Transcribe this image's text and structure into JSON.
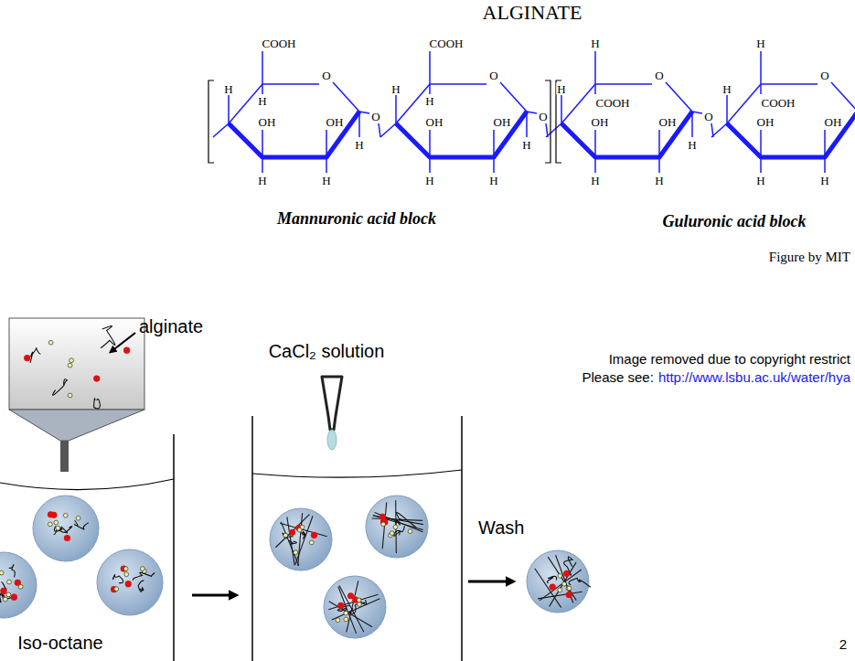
{
  "diagram": {
    "title": "ALGINATE",
    "labels": [
      "COOH",
      "O",
      "H",
      "H",
      "OH",
      "OH",
      "O",
      "H",
      "H",
      "H",
      "COOH",
      "O",
      "H",
      "H",
      "OH",
      "OH",
      "O",
      "H",
      "H",
      "H",
      "H",
      "O",
      "H",
      "COOH",
      "OH",
      "OH",
      "O",
      "H",
      "H",
      "H",
      "H",
      "O",
      "H",
      "COOH",
      "OH",
      "OH",
      "H",
      "H",
      "Mannuronic acid block",
      "Guluronic acid block",
      "Figure by MIT",
      "alginate",
      "CaCl₂ solution",
      "Image removed due to copyright restrict",
      "Please see:",
      "http://www.lsbu.ac.uk/water/hya",
      "Wash",
      "Iso-octane",
      "2"
    ]
  }
}
